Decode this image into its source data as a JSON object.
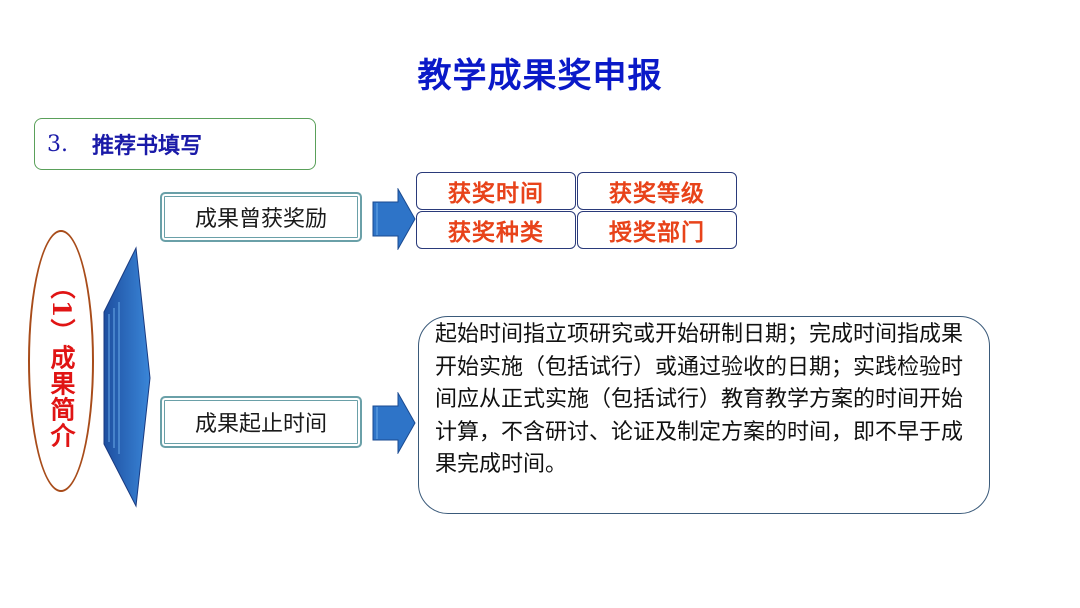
{
  "title": "教学成果奖申报",
  "section": {
    "number": "3.",
    "label": "推荐书填写"
  },
  "oval_label": "（1）成果简介",
  "items": {
    "awards": "成果曾获奖励",
    "period": "成果起止时间"
  },
  "award_cells": [
    "获奖时间",
    "获奖等级",
    "获奖种类",
    "授奖部门"
  ],
  "period_description": "起始时间指立项研究或开始研制日期；完成时间指成果开始实施（包括试行）或通过验收的日期；实践检验时间应从正式实施（包括试行）教育教学方案的时间开始计算，不含研讨、论证及制定方案的时间，即不早于成果完成时间。",
  "colors": {
    "title": "#0a19c8",
    "accent_red": "#e01414",
    "cell_text": "#e8431a",
    "arrow_blue": "#2e74c8"
  }
}
